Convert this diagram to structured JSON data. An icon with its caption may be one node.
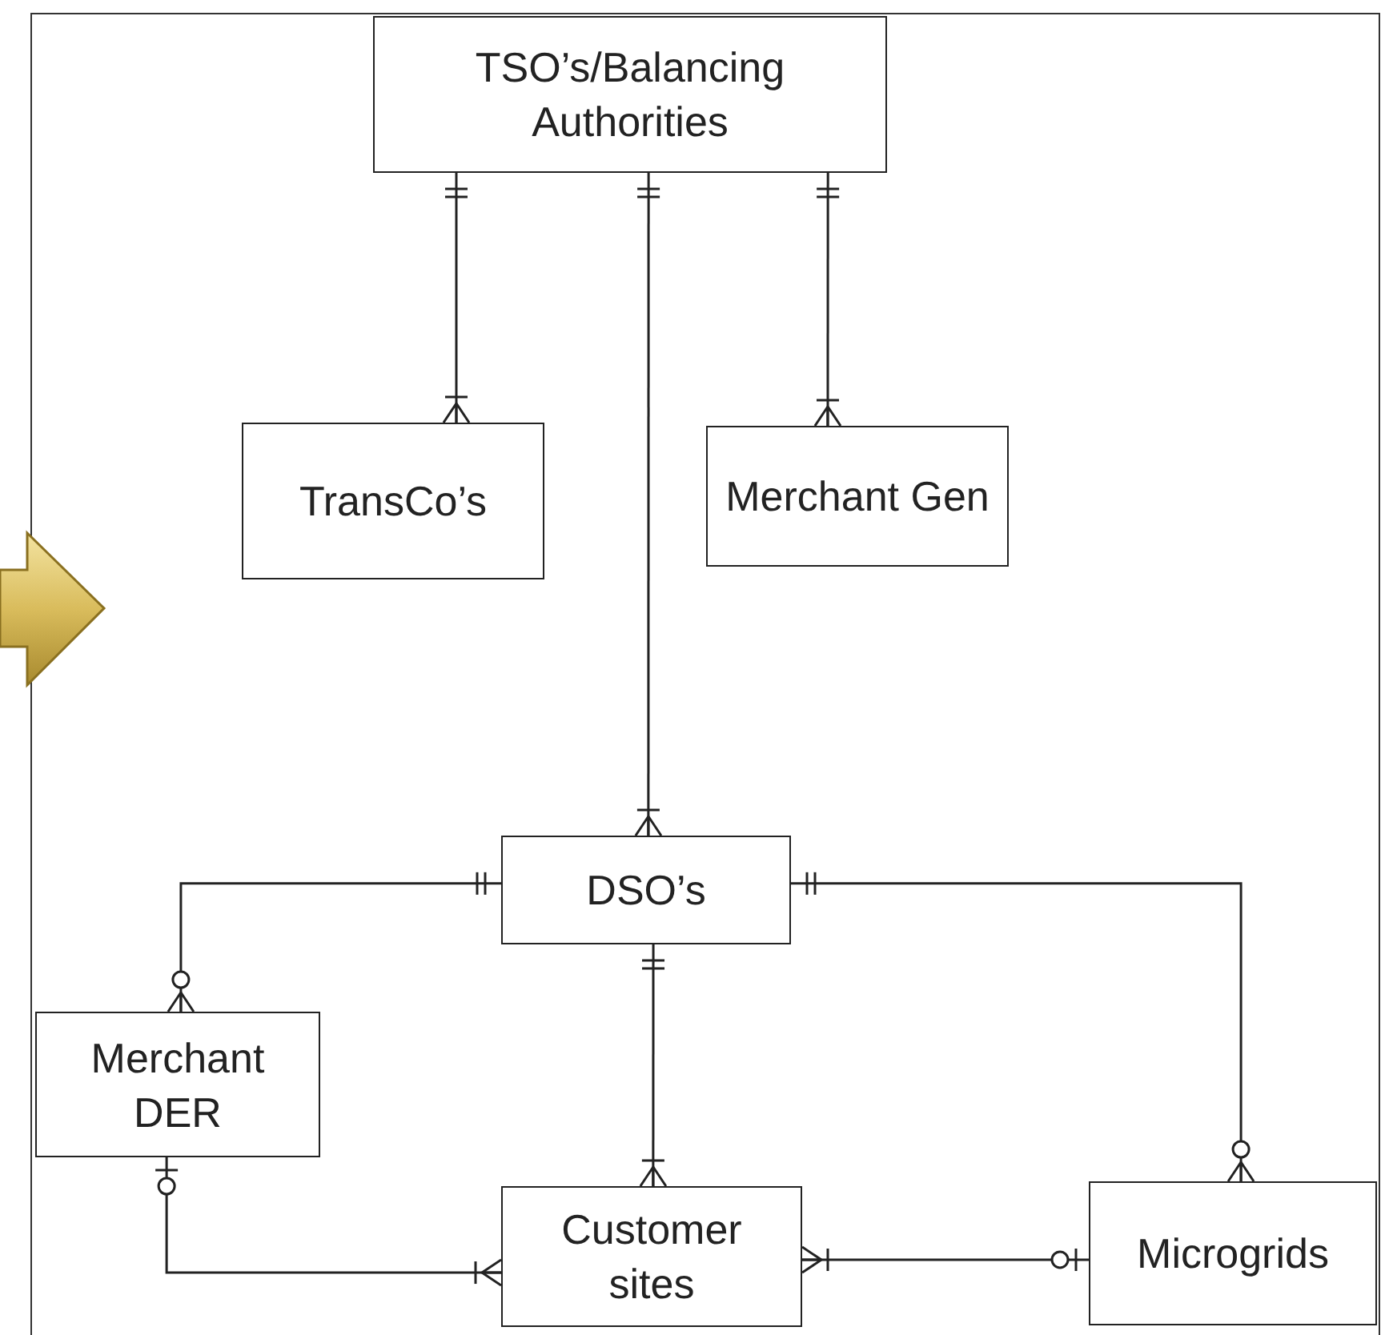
{
  "diagram": {
    "nodes": [
      {
        "text": [
          "TSO’s/Balancing Authorities"
        ]
      },
      {
        "text": [
          "TransCo’s"
        ]
      },
      {
        "text": [
          "Merchant Gen"
        ]
      },
      {
        "text": [
          "DSO’s"
        ]
      },
      {
        "text": [
          "Merchant DER"
        ]
      },
      {
        "text": [
          "Customer sites"
        ]
      },
      {
        "text": [
          "Microgrids"
        ]
      }
    ],
    "edges": [
      {
        "from": 0,
        "to": 1,
        "arrow": "other"
      },
      {
        "from": 0,
        "to": 3,
        "arrow": "other"
      },
      {
        "from": 0,
        "to": 2,
        "arrow": "other"
      },
      {
        "from": 3,
        "to": 4,
        "arrow": "other"
      },
      {
        "from": 3,
        "to": 6,
        "arrow": "other"
      },
      {
        "from": 3,
        "to": 5,
        "arrow": "other"
      },
      {
        "from": 4,
        "to": 5,
        "arrow": "other"
      },
      {
        "from": 5,
        "to": 6,
        "arrow": "other"
      }
    ]
  }
}
